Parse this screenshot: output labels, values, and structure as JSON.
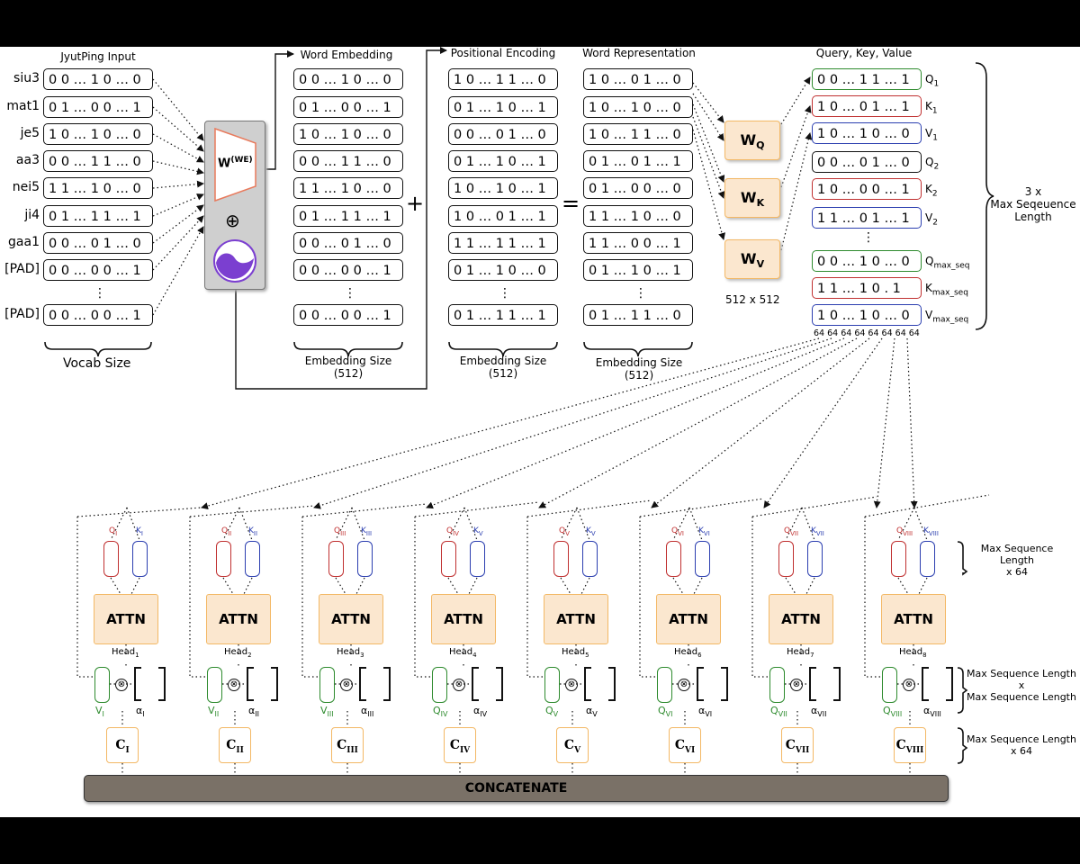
{
  "headers": {
    "jyutping_input": "JyutPing Input",
    "word_embedding": "Word Embedding",
    "positional_encoding": "Positional Encoding",
    "word_representation": "Word Representation",
    "query_key_value": "Query, Key, Value"
  },
  "tokens": [
    "siu3",
    "mat1",
    "je5",
    "aa3",
    "nei5",
    "ji4",
    "gaa1",
    "[PAD]",
    "[PAD]"
  ],
  "onehot": [
    "0 0  …  1 0  …  0",
    "0 1  …  0 0  …  1",
    "1 0  …  1 0  …  0",
    "0 0  …  1 1  …  0",
    "1 1  …  1 0  …  0",
    "0 1  …  1 1  …  1",
    "0 0  …  0 1  …  0",
    "0 0  …  0 0  …  1",
    "0 0  …  0 0  …  1"
  ],
  "word_embedding_rows": [
    "0 0  …  1 0  …  0",
    "0 1  …  0 0  …  1",
    "1 0  …  1 0  …  0",
    "0 0  …  1 1  …  0",
    "1 1  …  1 0  …  0",
    "0 1  …  1 1  …  1",
    "0 0  …  0 1  …  0",
    "0 0  …  0 0  …  1",
    "0 0  …  0 0  …  1"
  ],
  "positional_rows": [
    "1 0  …  1 1  …  0",
    "0 1  …  1 0  …  1",
    "0 0  …  0 1  …  0",
    "0 1  …  1 0  …  1",
    "1 0  …  1 0  …  1",
    "1 0  …  0 1  …  1",
    "1 1  …  1 1  …  1",
    "0 1  …  1 0  …  0",
    "0 1  …  1 1  …  1"
  ],
  "representation_rows": [
    "1 0  …  0 1  …  0",
    "1 0  …  1 0  …  0",
    "1 0  …  1 1  …  0",
    "0 1  …  0 1  …  1",
    "0 1  …  0 0  …  0",
    "1 1  …  1 0  …  0",
    "1 1  …  0 0  …  1",
    "0 1  …  1 0  …  1",
    "0 1  …  1 1  …  0"
  ],
  "qkv_rows": [
    {
      "value": "0 0  …  1 1  …  1",
      "label": "Q",
      "sub": "1",
      "color": "green"
    },
    {
      "value": "1 0  …  0 1  …  1",
      "label": "K",
      "sub": "1",
      "color": "red"
    },
    {
      "value": "1 0  …  1 0  …  0",
      "label": "V",
      "sub": "1",
      "color": "blue"
    },
    {
      "value": "0 0  …  0 1  …  0",
      "label": "Q",
      "sub": "2",
      "color": "black"
    },
    {
      "value": "1 0  …  0 0  …  1",
      "label": "K",
      "sub": "2",
      "color": "red"
    },
    {
      "value": "1 1  …  0 1  …  1",
      "label": "V",
      "sub": "2",
      "color": "blue"
    },
    {
      "value": "0 0  …  1 0  …  0",
      "label": "Q",
      "sub": "max_seq",
      "color": "green"
    },
    {
      "value": "1 1  …  1 0  .  1",
      "label": "K",
      "sub": "max_seq",
      "color": "red"
    },
    {
      "value": "1 0  …  1 0  …  0",
      "label": "V",
      "sub": "max_seq",
      "color": "blue"
    }
  ],
  "head_dims": "64 64 64 64 64 64 64 64",
  "operators": {
    "plus": "+",
    "equals": "=",
    "oplus": "⊕",
    "otimes": "⊗",
    "ellipsis": "⋮"
  },
  "weights": {
    "we_main": "W",
    "we_sup": "(WE)",
    "wq_main": "W",
    "wq_sub": "Q",
    "wk_main": "W",
    "wk_sub": "K",
    "wv_main": "W",
    "wv_sub": "V",
    "matrix_size": "512 x 512"
  },
  "captions": {
    "vocab_size": "Vocab Size",
    "embedding_size_1": "Embedding Size",
    "embedding_size_2": "(512)",
    "qkv_brace_1": "3 x",
    "qkv_brace_2": "Max Seqeuence",
    "qkv_brace_3": "Length",
    "note1_l1": "Max Sequence",
    "note1_l2": "Length",
    "note1_l3": "x 64",
    "note2_l1": "Max Sequence Length",
    "note2_l2": "x",
    "note2_l3": "Max Sequence Length",
    "note3_l1": "Max Sequence Length",
    "note3_l2": "x 64"
  },
  "heads": [
    {
      "q": "I",
      "k": "I",
      "head": "1",
      "v_label": "V",
      "v_sub": "I",
      "alpha": "I",
      "c": "I"
    },
    {
      "q": "II",
      "k": "II",
      "head": "2",
      "v_label": "V",
      "v_sub": "II",
      "alpha": "II",
      "c": "II"
    },
    {
      "q": "III",
      "k": "III",
      "head": "3",
      "v_label": "V",
      "v_sub": "III",
      "alpha": "III",
      "c": "III"
    },
    {
      "q": "IV",
      "k": "V",
      "head": "4",
      "v_label": "Q",
      "v_sub": "IV",
      "alpha": "IV",
      "c": "IV"
    },
    {
      "q": "V",
      "k": "V",
      "head": "5",
      "v_label": "Q",
      "v_sub": "V",
      "alpha": "V",
      "c": "V"
    },
    {
      "q": "VI",
      "k": "VI",
      "head": "6",
      "v_label": "Q",
      "v_sub": "VI",
      "alpha": "VI",
      "c": "VI"
    },
    {
      "q": "VII",
      "k": "VII",
      "head": "7",
      "v_label": "Q",
      "v_sub": "VII",
      "alpha": "VII",
      "c": "VII"
    },
    {
      "q": "VIII",
      "k": "VIII",
      "head": "8",
      "v_label": "Q",
      "v_sub": "VIII",
      "alpha": "VIII",
      "c": "VIII"
    }
  ],
  "head_labels": {
    "q": "Q",
    "k": "K",
    "attn": "ATTN",
    "head": "Head",
    "alpha": "α",
    "c": "C"
  },
  "concatenate": "CONCATENATE",
  "colors": {
    "orange_fill": "#fbe7cf",
    "orange_border": "#f3b865",
    "q_red": "#c03030",
    "k_blue": "#2c3fb0",
    "v_green": "#2e8b2e",
    "concat_fill": "#7a7167",
    "purple": "#7b3fd0",
    "trapezoid": "#e87a5c"
  }
}
